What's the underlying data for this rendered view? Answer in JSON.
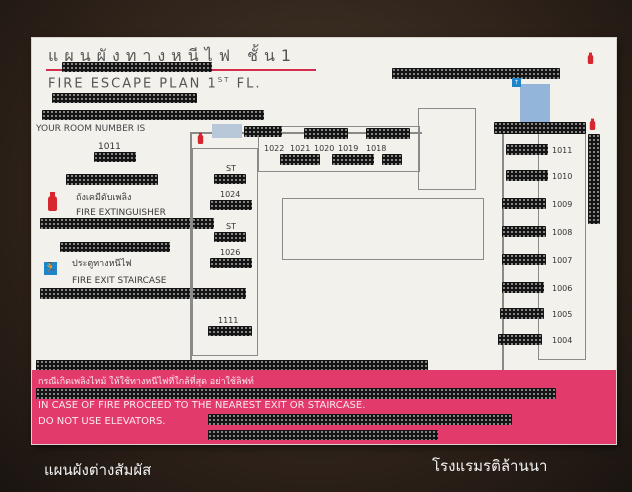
{
  "plan": {
    "title_th": "แผนผังทางหนีไฟ ชั้น1",
    "title_en": "FIRE ESCAPE PLAN 1",
    "title_sup": "ST",
    "title_fl": "FL.",
    "room_label": "YOUR ROOM NUMBER IS",
    "your_room": "1011",
    "ext_th": "ถังเคมีดับเพลิง",
    "ext_en": "FIRE EXTINGUISHER",
    "exit_th": "ประตูทางหนีไฟ",
    "exit_en": "FIRE EXIT STAIRCASE",
    "rooms_top": [
      "1022",
      "1021",
      "1020",
      "1019",
      "1018"
    ],
    "rooms_right": [
      "1011",
      "1010",
      "1009",
      "1008",
      "1007",
      "1006",
      "1005",
      "1004"
    ],
    "rooms_mid": [
      "1024",
      "1026",
      "1111"
    ],
    "st_labels": [
      "ST",
      "ST"
    ],
    "warning_th": "กรณีเกิดเพลิงไหม้ ให้ใช้ทางหนีไฟที่ใกล้ที่สุด อย่าใช้ลิฟท์",
    "warning_en1": "IN CASE OF FIRE PROCEED TO THE NEAREST EXIT OR STAIRCASE.",
    "warning_en2": "DO NOT USE ELEVATORS."
  },
  "captions": {
    "left": "แผนผังต่างสัมผัส",
    "right": "โรงแรมรติล้านนา"
  },
  "colors": {
    "accent": "#e23a6a",
    "exit": "#1e86c8",
    "extinguisher": "#d8262f"
  }
}
